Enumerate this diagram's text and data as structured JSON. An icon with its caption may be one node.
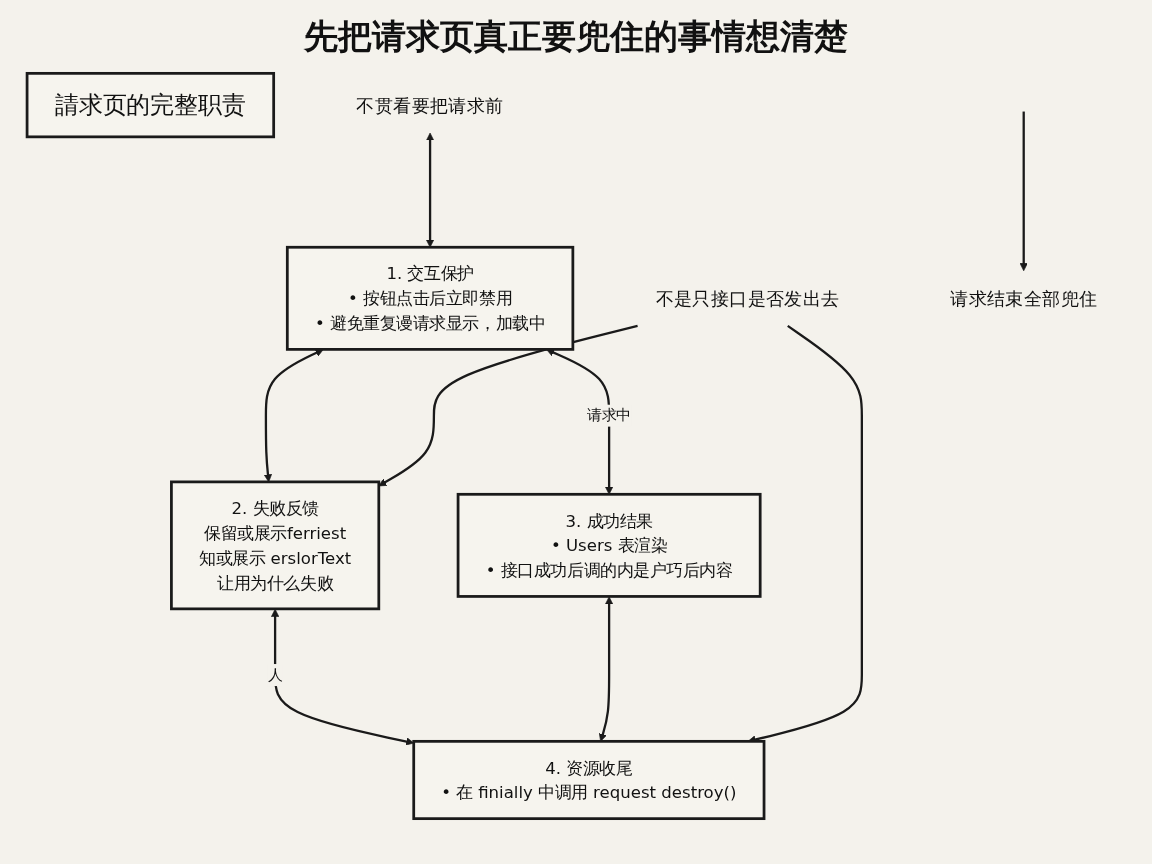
{
  "diagram": {
    "title": "先把请求页真正要兜住的事情想清楚",
    "nodes": [
      {
        "text": [
          "1. 交互保护",
          "• 按钮点击后立即禁用",
          "• 避免重复谩请求显示，加载中"
        ]
      },
      {
        "text": [
          "2. 失败反馈",
          "保留或展示ferriest",
          "知或展示 erslorText",
          "让用为什么失败"
        ]
      },
      {
        "text": [
          "請求页的完整职责"
        ]
      },
      {
        "text": [
          "3. 成功结果",
          "• Users 表渲染",
          "• 接口成功后调的内是户巧后内容"
        ]
      },
      {
        "text": [
          "4. 资源收尾",
          "• 在 finially 中调用 request destroy()"
        ]
      },
      {
        "text": [
          "不贯看要把请求前"
        ]
      },
      {
        "text": [
          "不是只接口是否发出去"
        ]
      },
      {
        "text": [
          "请求结束全部兜住"
        ]
      }
    ],
    "edges": [
      {
        "from": 0,
        "to": 1,
        "arrow": "both"
      },
      {
        "from": 0,
        "to": 3,
        "arrow": "both",
        "label": "请求中"
      },
      {
        "from": 1,
        "to": 4,
        "arrow": "both",
        "label": "人"
      },
      {
        "from": 3,
        "to": 4,
        "arrow": "both"
      },
      {
        "from": 5,
        "to": 0,
        "arrow": "both"
      },
      {
        "from": 6,
        "to": 1,
        "arrow": "to"
      },
      {
        "from": 6,
        "to": 4,
        "arrow": "to"
      },
      {
        "from": null,
        "to": 7,
        "arrow": "to"
      }
    ]
  }
}
